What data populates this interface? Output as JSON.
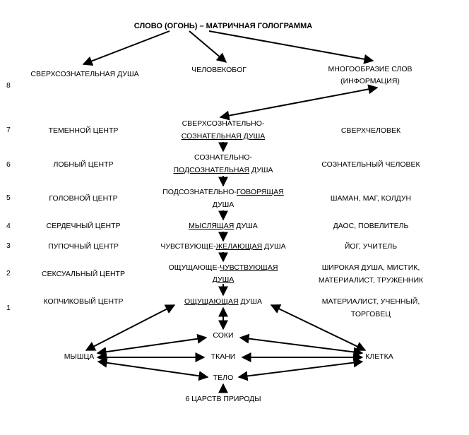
{
  "title": "СЛОВО (ОГОНЬ) – МАТРИЧНАЯ ГОЛОГРАММА",
  "top_row": {
    "left": "СВЕРХСОЗНАТЕЛЬНАЯ ДУША",
    "middle": "ЧЕЛОВЕКОБОГ",
    "right_line1": "МНОГООБРАЗИЕ СЛОВ",
    "right_line2": "(ИНФОРМАЦИЯ)"
  },
  "levels": [
    "8",
    "7",
    "6",
    "5",
    "4",
    "3",
    "2",
    "1"
  ],
  "centers": [
    "ТЕМЕННОЙ ЦЕНТР",
    "ЛОБНЫЙ ЦЕНТР",
    "ГОЛОВНОЙ ЦЕНТР",
    "СЕРДЕЧНЫЙ ЦЕНТР",
    "ПУПОЧНЫЙ ЦЕНТР",
    "СЕКСУАЛЬНЫЙ ЦЕНТР",
    "КОПЧИКОВЫЙ ЦЕНТР"
  ],
  "souls": {
    "s7a": "СВЕРХСОЗНАТЕЛЬНО-",
    "s7b_u": "СОЗНАТЕЛЬНАЯ ДУША",
    "s6a": "СОЗНАТЕЛЬНО-",
    "s6b_u": "ПОДСОЗНАТЕЛЬНАЯ",
    "s6b_t": " ДУША",
    "s5a_t": "ПОДСОЗНАТЕЛЬНО-",
    "s5a_u": "ГОВОРЯЩАЯ",
    "s5b": "ДУША",
    "s4_u": "МЫСЛЯЩАЯ",
    "s4_t": " ДУША",
    "s3_t1": "ЧУВСТВУЮЩЕ-",
    "s3_u": "ЖЕЛАЮЩАЯ",
    "s3_t2": " ДУША",
    "s2a_t": "ОЩУЩАЮЩЕ-",
    "s2a_u": "ЧУВСТВУЮЩАЯ",
    "s2b_u": "ДУША",
    "s1_u": "ОЩУЩАЮЩАЯ",
    "s1_t": " ДУША"
  },
  "persons": [
    "СВЕРХЧЕЛОВЕК",
    "СОЗНАТЕЛЬНЫЙ ЧЕЛОВЕК",
    "ШАМАН, МАГ, КОЛДУН",
    "ДАОС, ПОВЕЛИТЕЛЬ",
    "ЙОГ, УЧИТЕЛЬ",
    "ШИРОКАЯ ДУША, МИСТИК,",
    "МАТЕРИАЛИСТ, ТРУЖЕННИК",
    "МАТЕРИАЛИСТ, УЧЕННЫЙ,",
    "ТОРГОВЕЦ"
  ],
  "bottom": {
    "soki": "СОКИ",
    "myshtsa": "МЫШЦА",
    "tkani": "ТКАНИ",
    "kletka": "КЛЕТКА",
    "telo": "ТЕЛО",
    "kingdoms": "6 ЦАРСТВ ПРИРОДЫ"
  }
}
